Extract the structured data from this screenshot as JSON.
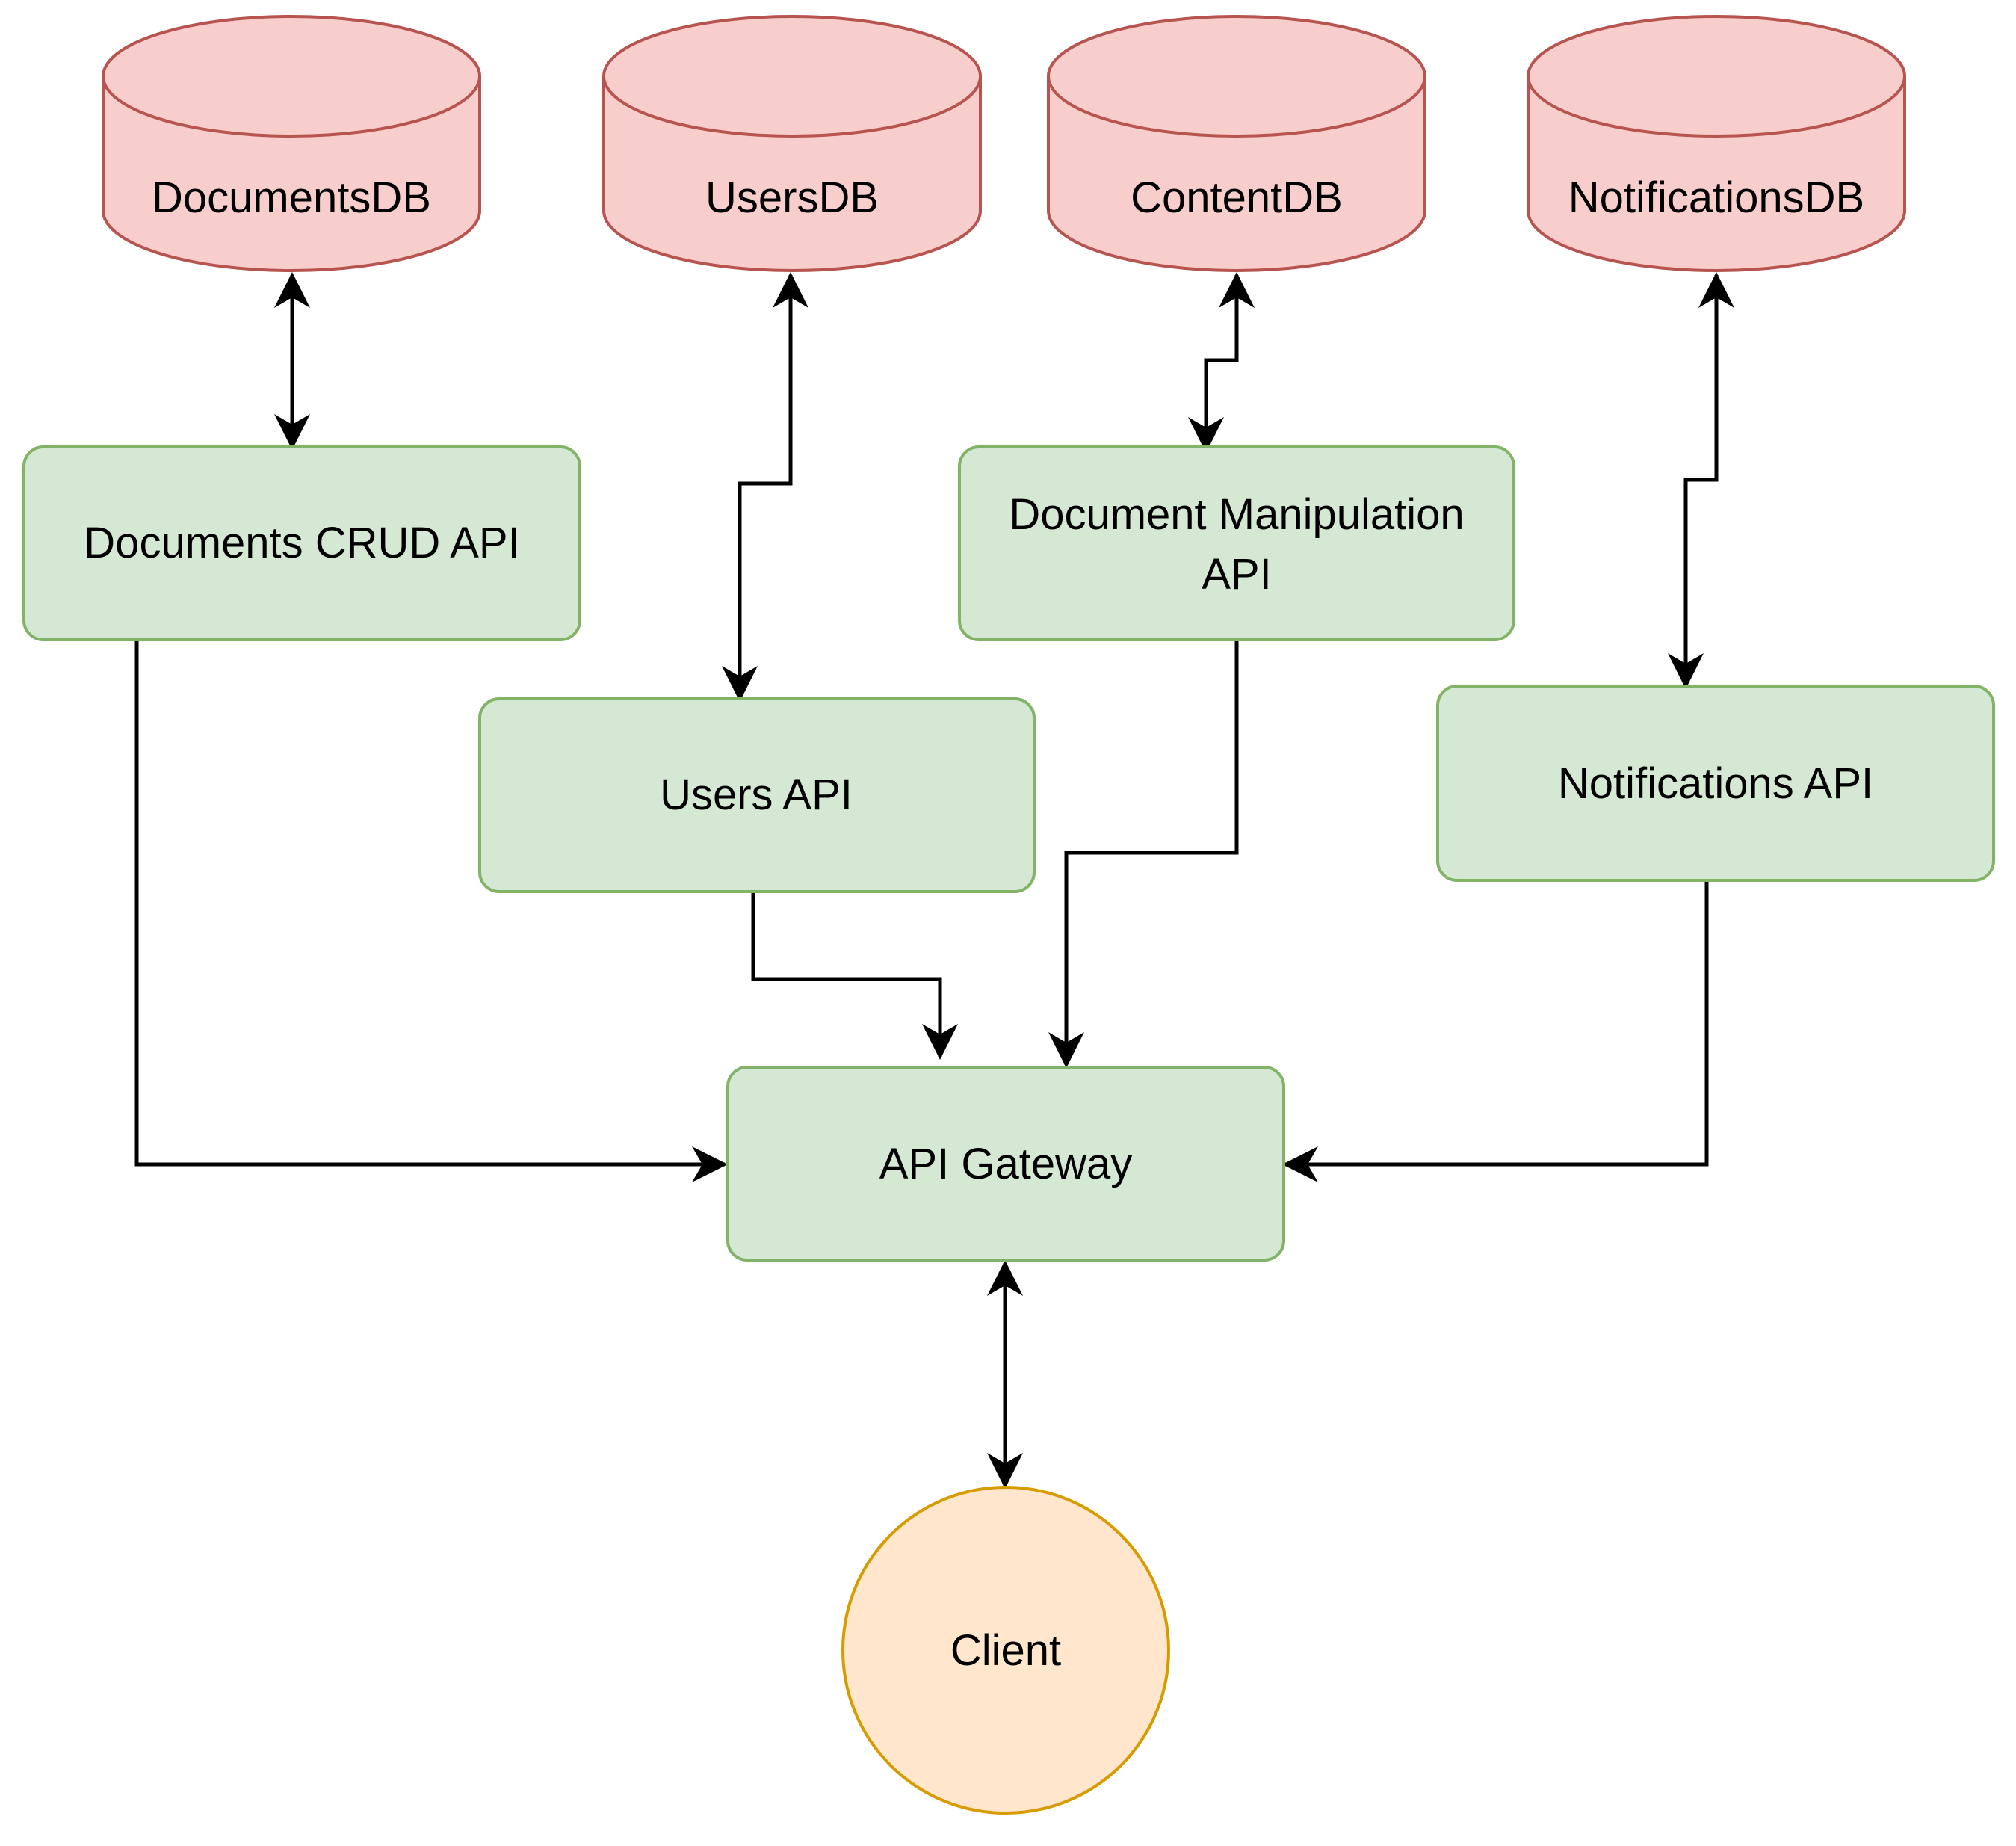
{
  "colors": {
    "db_fill": "#f8cecc",
    "db_stroke": "#b85450",
    "api_fill": "#d5e8d4",
    "api_stroke": "#82b366",
    "client_fill": "#ffe6cc",
    "client_stroke": "#d79b00",
    "edge": "#000000"
  },
  "databases": {
    "documents_db": "DocumentsDB",
    "users_db": "UsersDB",
    "content_db": "ContentDB",
    "notifications_db": "NotificationsDB"
  },
  "services": {
    "documents_crud_api": "Documents CRUD API",
    "users_api": "Users API",
    "document_manipulation_api_line1": "Document Manipulation",
    "document_manipulation_api_line2": "API",
    "notifications_api": "Notifications API",
    "api_gateway": "API Gateway"
  },
  "client": {
    "label": "Client"
  }
}
